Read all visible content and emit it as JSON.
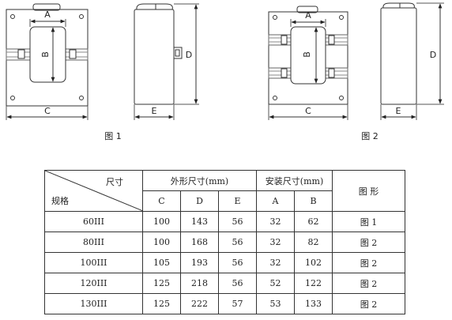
{
  "figure1": {
    "caption": "图 1",
    "dims": {
      "a": "A",
      "b": "B",
      "c": "C",
      "d": "D",
      "e": "E"
    }
  },
  "figure2": {
    "caption": "图 2",
    "dims": {
      "a": "A",
      "b": "B",
      "c": "C",
      "d": "D",
      "e": "E"
    }
  },
  "table": {
    "corner_top": "尺寸",
    "corner_bottom": "规格",
    "group_outer": "外形尺寸(mm)",
    "group_install": "安装尺寸(mm)",
    "figure_header": "图  形",
    "cols": [
      "C",
      "D",
      "E",
      "A",
      "B"
    ],
    "rows": [
      {
        "model": "60III",
        "C": "100",
        "D": "143",
        "E": "56",
        "A": "32",
        "B": "62",
        "fig": "图 1"
      },
      {
        "model": "80III",
        "C": "100",
        "D": "168",
        "E": "56",
        "A": "32",
        "B": "82",
        "fig": "图 2"
      },
      {
        "model": "100III",
        "C": "105",
        "D": "193",
        "E": "56",
        "A": "32",
        "B": "102",
        "fig": "图 2"
      },
      {
        "model": "120III",
        "C": "125",
        "D": "218",
        "E": "56",
        "A": "52",
        "B": "122",
        "fig": "图 2"
      },
      {
        "model": "130III",
        "C": "125",
        "D": "222",
        "E": "57",
        "A": "53",
        "B": "133",
        "fig": "图 2"
      }
    ]
  }
}
